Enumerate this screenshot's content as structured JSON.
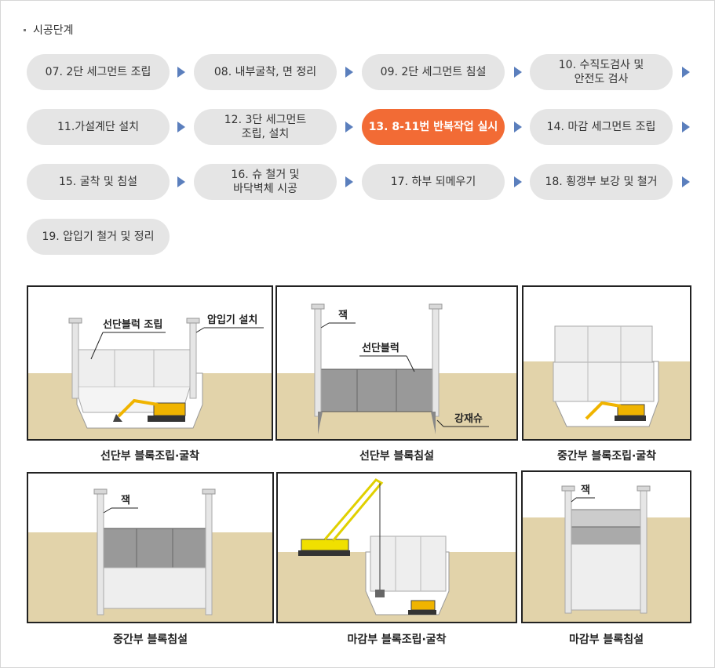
{
  "section_title": "시공단계",
  "steps": [
    {
      "label": "07. 2단 세그먼트 조립"
    },
    {
      "label": "08. 내부굴착, 면 정리"
    },
    {
      "label": "09. 2단 세그먼트 침설"
    },
    {
      "label": "10. 수직도검사 및\n안전도 검사"
    },
    {
      "label": "11.가설계단 설치"
    },
    {
      "label": "12. 3단 세그먼트\n조립, 설치"
    },
    {
      "label": "13. 8-11번 반복작업 실시"
    },
    {
      "label": "14. 마감 세그먼트 조립"
    },
    {
      "label": "15. 굴착 및 침설"
    },
    {
      "label": "16. 슈 철거 및\n바닥벽체 시공"
    },
    {
      "label": "17. 하부 되메우기"
    },
    {
      "label": "18. 횡갱부 보강 및 철거"
    },
    {
      "label": "19. 압입기 철거 및 정리"
    }
  ],
  "active_step": "13. 8-11번 반복작업 실시",
  "figures": [
    {
      "caption": "선단부 블록조립·굴착",
      "labels": [
        "선단블럭 조립",
        "압입기 설치"
      ]
    },
    {
      "caption": "선단부 블록침설",
      "labels": [
        "잭",
        "선단블럭",
        "강재슈"
      ]
    },
    {
      "caption": "중간부 블록조립·굴착",
      "labels": []
    },
    {
      "caption": "중간부 블록침설",
      "labels": [
        "잭"
      ]
    },
    {
      "caption": "마감부 블록조립·굴착",
      "labels": []
    },
    {
      "caption": "마감부 블록침설",
      "labels": [
        "잭"
      ]
    }
  ],
  "colors": {
    "step_bg": "#e5e5e5",
    "step_active": "#f26b35",
    "arrow": "#5b7fbd",
    "ground": "#e2d3aa",
    "sky": "#ffffff",
    "excavator": "#f0b400"
  }
}
